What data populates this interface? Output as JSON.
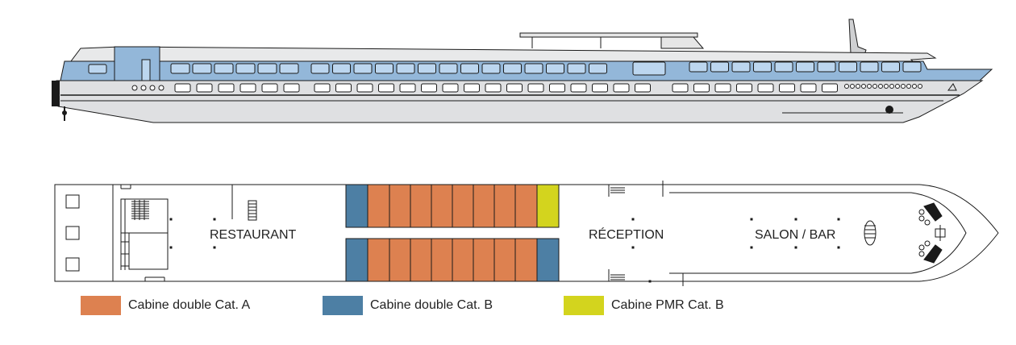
{
  "deck": {
    "rooms": {
      "restaurant": "RESTAURANT",
      "reception": "RÉCEPTION",
      "salon_bar": "SALON / BAR"
    },
    "cabin_rows": {
      "top": [
        "cat_b",
        "cat_a",
        "cat_a",
        "cat_a",
        "cat_a",
        "cat_a",
        "cat_a",
        "cat_a",
        "cat_a",
        "pmr"
      ],
      "bottom": [
        "cat_b",
        "cat_a",
        "cat_a",
        "cat_a",
        "cat_a",
        "cat_a",
        "cat_a",
        "cat_a",
        "cat_a",
        "cat_b"
      ]
    }
  },
  "legend": [
    {
      "key": "cat_a",
      "label": "Cabine double Cat. A",
      "color": "#dd8150"
    },
    {
      "key": "cat_b",
      "label": "Cabine double Cat. B",
      "color": "#4d7fa4"
    },
    {
      "key": "pmr",
      "label": "Cabine PMR Cat. B",
      "color": "#d3d41e"
    }
  ],
  "colors": {
    "hull": "#dfe0e2",
    "superstructure": "#93b7d9",
    "window": "#bcd6ef",
    "outline": "#1a1a1a"
  }
}
